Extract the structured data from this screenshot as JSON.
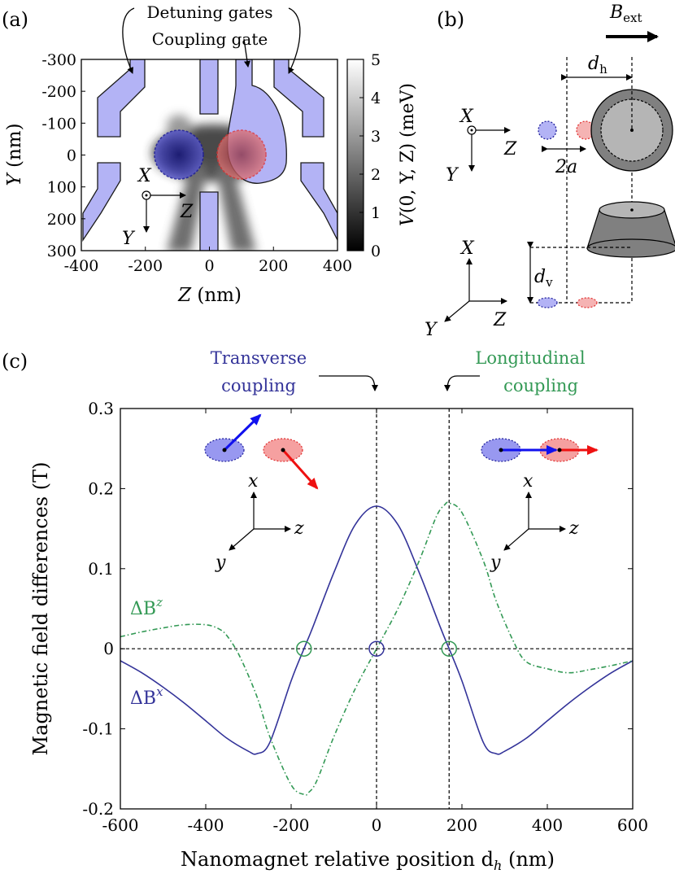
{
  "panel_labels": {
    "a": "(a)",
    "b": "(b)",
    "c": "(c)"
  },
  "panel_a": {
    "annotations": {
      "detuning": "Detuning gates",
      "coupling": "Coupling gate"
    },
    "axes": {
      "x_ticks": [
        "-400",
        "-200",
        "0",
        "200",
        "400"
      ],
      "x_values": [
        -400,
        -200,
        0,
        200,
        400
      ],
      "y_ticks": [
        "-300",
        "-200",
        "-100",
        "0",
        "100",
        "200",
        "300"
      ],
      "y_values": [
        -300,
        -200,
        -100,
        0,
        100,
        200,
        300
      ],
      "xlabel_var": "Z",
      "xlabel_unit": "(nm)",
      "ylabel_var": "Y",
      "ylabel_unit": "(nm)",
      "xlim": [
        -400,
        400
      ],
      "ylim": [
        -300,
        300
      ]
    },
    "colorbar": {
      "ticks": [
        "0",
        "1",
        "2",
        "3",
        "4",
        "5"
      ],
      "values": [
        0,
        1,
        2,
        3,
        4,
        5
      ],
      "label_var": "V",
      "label_args": "(0, Y, Z)",
      "label_unit": "(meV)",
      "range": [
        0,
        5
      ]
    },
    "frame_axes": {
      "out": "X",
      "right": "Z",
      "down": "Y"
    },
    "colors": {
      "gate": "#b3b3f5",
      "gate_edge": "#1a1a1a",
      "dot_left": "#1e1e9a",
      "dot_right": "#e03030"
    }
  },
  "panel_b": {
    "field_label": "B",
    "field_sub": "ext",
    "dh": "d",
    "dh_sub": "h",
    "dv": "d",
    "dv_sub": "v",
    "two_a": "2a",
    "frame1": {
      "out": "X",
      "right": "Z",
      "down": "Y"
    },
    "frame2": {
      "up": "X",
      "right": "Z",
      "diag": "Y"
    },
    "colors": {
      "magnet": "#808080",
      "magnet_inner": "#b5b5b5"
    }
  },
  "panel_c": {
    "annotations": {
      "transverse_line1": "Transverse",
      "transverse_line2": "coupling",
      "longitudinal_line1": "Longitudinal",
      "longitudinal_line2": "coupling"
    },
    "frame": {
      "up": "x",
      "right": "z",
      "diag": "y"
    },
    "series_labels": {
      "bx": "ΔB",
      "bx_sup": "x",
      "bz": "ΔB",
      "bz_sup": "z"
    },
    "colors": {
      "bx": "#333399",
      "bz": "#339955",
      "left_dot": "#3a3ad0",
      "right_dot": "#e03030"
    }
  },
  "chart_data": {
    "type": "line",
    "xlabel": "Nanomagnet relative position d",
    "xlabel_sub": "h",
    "xlabel_unit": "(nm)",
    "ylabel": "Magnetic field differences (T)",
    "xlim": [
      -600,
      600
    ],
    "ylim": [
      -0.2,
      0.3
    ],
    "x_ticks": [
      "-600",
      "-400",
      "-200",
      "0",
      "200",
      "400",
      "600"
    ],
    "x_tick_values": [
      -600,
      -400,
      -200,
      0,
      200,
      400,
      600
    ],
    "y_ticks": [
      "-0.2",
      "-0.1",
      "0",
      "0.1",
      "0.2",
      "0.3"
    ],
    "y_tick_values": [
      -0.2,
      -0.1,
      0,
      0.1,
      0.2,
      0.3
    ],
    "grid": false,
    "series": [
      {
        "x": [
          -600,
          -550,
          -500,
          -450,
          -400,
          -350,
          -300,
          -280,
          -250,
          -200,
          -170,
          -150,
          -100,
          -50,
          0,
          50,
          100,
          150,
          170,
          200,
          250,
          280,
          300,
          350,
          400,
          450,
          500,
          550,
          600
        ],
        "values": [
          -0.015,
          -0.03,
          -0.048,
          -0.068,
          -0.09,
          -0.112,
          -0.128,
          -0.131,
          -0.117,
          -0.04,
          0.0,
          0.026,
          0.095,
          0.155,
          0.178,
          0.155,
          0.095,
          0.026,
          0.0,
          -0.04,
          -0.117,
          -0.131,
          -0.128,
          -0.112,
          -0.09,
          -0.068,
          -0.048,
          -0.03,
          -0.015
        ]
      },
      {
        "x": [
          -600,
          -550,
          -500,
          -450,
          -400,
          -370,
          -350,
          -320,
          -280,
          -250,
          -200,
          -170,
          -160,
          -140,
          -100,
          -50,
          0,
          50,
          100,
          140,
          160,
          170,
          200,
          250,
          280,
          320,
          350,
          400,
          450,
          500,
          550,
          600
        ],
        "values": [
          0.015,
          0.021,
          0.026,
          0.03,
          0.03,
          0.025,
          0.016,
          -0.01,
          -0.06,
          -0.11,
          -0.17,
          -0.182,
          -0.18,
          -0.165,
          -0.11,
          -0.05,
          0.0,
          0.05,
          0.11,
          0.165,
          0.18,
          0.182,
          0.17,
          0.11,
          0.06,
          0.01,
          -0.016,
          -0.025,
          -0.03,
          -0.026,
          -0.021,
          -0.015
        ]
      }
    ],
    "markers": {
      "zero_crossings_x": [
        -170,
        0,
        170
      ],
      "vertical_lines_x": [
        0,
        170
      ]
    }
  }
}
